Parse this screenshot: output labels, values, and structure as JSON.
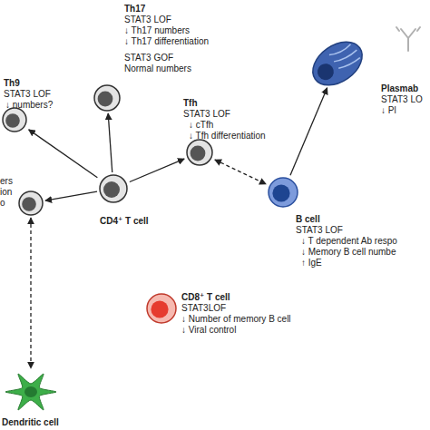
{
  "diagram": {
    "nodes": [
      {
        "text": [
          "Th17",
          "STAT3 LOF",
          "↓ Th17 numbers",
          "↓ Th17 differentiation",
          "STAT3 GOF",
          "Normal numbers"
        ]
      },
      {
        "text": [
          "Plasmab",
          "STAT3 LO",
          "↓ Pl"
        ]
      },
      {
        "text": [
          "Th9",
          "STAT3 LOF",
          "↓ numbers?"
        ]
      },
      {
        "text": [
          "Tfh",
          "STAT3 LOF",
          "↓ cTfh",
          "↓ Tfh differentiation"
        ]
      },
      {
        "text": [
          "ers",
          "ion",
          "o"
        ]
      },
      {
        "text": [
          "CD4⁺ T cell"
        ]
      },
      {
        "text": [
          "B cell",
          "STAT3 LOF",
          "↓ T dependent Ab respo",
          "↓ Memory B cell numbe",
          "↑ IgE"
        ]
      },
      {
        "text": [
          "CD8⁺ T cell",
          "STAT3LOF",
          "↓ Number of memory B cell",
          "↓ Viral control"
        ]
      },
      {
        "text": [
          "Dendritic cell"
        ]
      }
    ],
    "edges": [
      {
        "from": 5,
        "to": 2,
        "arrow": "to"
      },
      {
        "from": 5,
        "to": 0,
        "arrow": "to"
      },
      {
        "from": 5,
        "to": 3,
        "arrow": "to"
      },
      {
        "from": 5,
        "to": 4,
        "arrow": "to"
      },
      {
        "from": 3,
        "to": 6,
        "arrow": "both"
      },
      {
        "from": 6,
        "to": 1,
        "arrow": "to"
      },
      {
        "from": 4,
        "to": 8,
        "arrow": "both"
      }
    ]
  }
}
